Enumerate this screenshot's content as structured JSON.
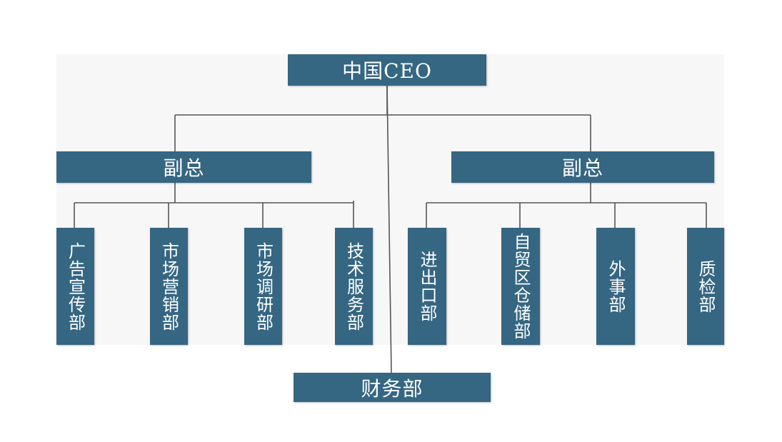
{
  "colors": {
    "box_fill": "#356682",
    "box_text": "#ffffff",
    "connector": "#555555",
    "panel_bg": "#f7f7f7"
  },
  "nodes": {
    "ceo": "中国CEO",
    "vp_left": "副总",
    "vp_right": "副总",
    "finance": "财务部",
    "departments": [
      "广告宣传部",
      "市场营销部",
      "市场调研部",
      "技术服务部",
      "进出口部",
      "自贸区仓储部",
      "外事部",
      "质检部"
    ]
  }
}
